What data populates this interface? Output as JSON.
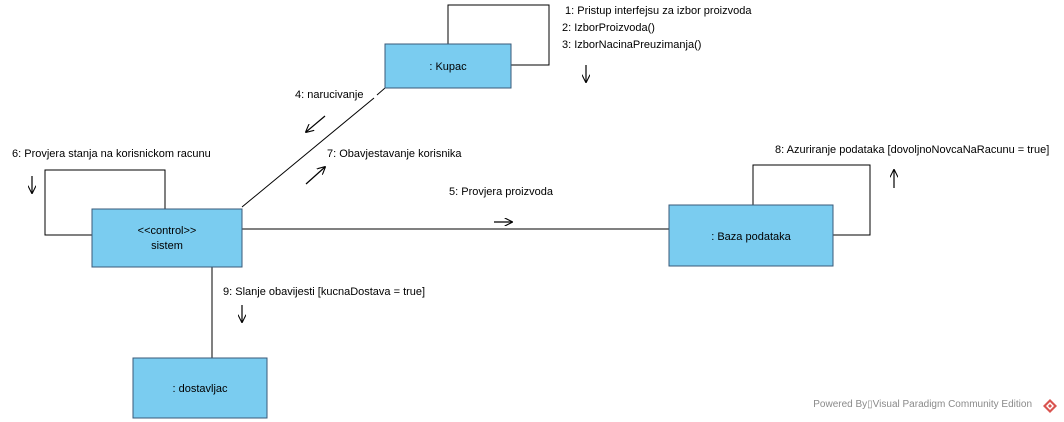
{
  "colors": {
    "node_fill": "#7ACCF0",
    "node_border": "#3a5a78",
    "line": "#000000",
    "footer_text": "#8a8a8a",
    "logo": "#d9534f"
  },
  "nodes": {
    "kupac": ": Kupac",
    "sistem_stereotype": "<<control>>",
    "sistem": "sistem",
    "baza": ": Baza podataka",
    "dostavljac": ": dostavljac"
  },
  "messages": {
    "m1": "1: Pristup interfejsu za izbor proizvoda",
    "m2": "2: IzborProizvoda()",
    "m3": "3: IzborNacinaPreuzimanja()",
    "m4": "4: narucivanje",
    "m5": "5: Provjera proizvoda",
    "m6": "6: Provjera stanja na korisnickom racunu",
    "m7": "7: Obavjestavanje korisnika",
    "m8": "8: Azuriranje podataka [dovoljnoNovcaNaRacunu = true]",
    "m9": "9: Slanje obavijesti [kucnaDostava = true]"
  },
  "footer": {
    "text": "Powered By▯Visual Paradigm Community Edition",
    "logo_icon": "visual-paradigm-logo-icon"
  }
}
